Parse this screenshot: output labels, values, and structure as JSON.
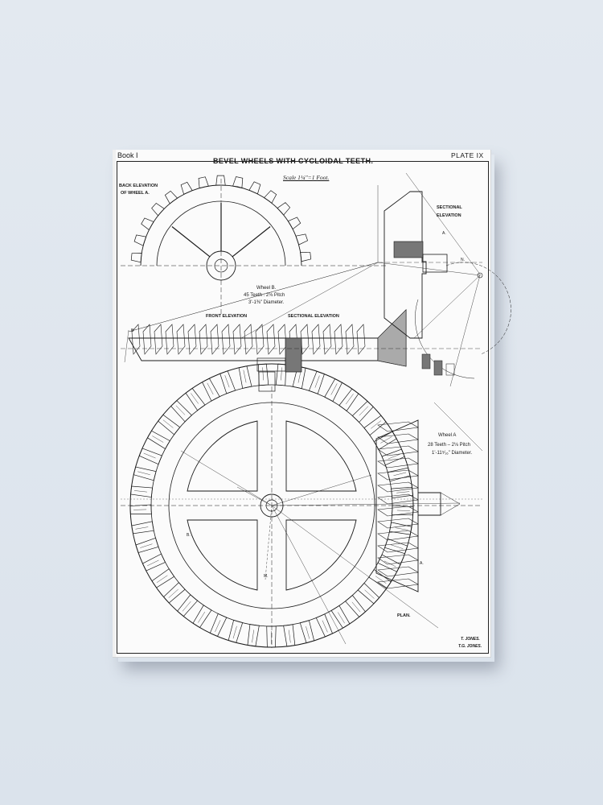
{
  "plate": {
    "book": "Book I",
    "plate_number": "PLATE IX",
    "title": "BEVEL WHEELS WITH CYCLOIDAL TEETH.",
    "scale": "Scale 1¼\"=1 Foot."
  },
  "views": {
    "back_elevation_line1": "BACK ELEVATION",
    "back_elevation_line2": "OF WHEEL A.",
    "sectional_elevation_right_line1": "SECTIONAL",
    "sectional_elevation_right_line2": "ELEVATION",
    "front_elevation": "FRONT ELEVATION",
    "sectional_elevation": "SECTIONAL ELEVATION",
    "plan": "PLAN."
  },
  "wheel_b": {
    "name": "Wheel B.",
    "teeth": "45 Teeth : 2⅛ Pitch",
    "diameter": "3'-1⅜\" Diameter."
  },
  "wheel_a": {
    "name": "Wheel A",
    "teeth": "28 Teeth – 2⅛ Pitch",
    "diameter": "1'-11⁵⁄₁₆\" Diameter."
  },
  "markers": {
    "b_left": "B",
    "a_top": "A.",
    "n": "N.",
    "b_plan": "B.",
    "m_plan": "M.",
    "a_plan": "A."
  },
  "signatures": {
    "line1": "T. JONES.",
    "line2": "T.G. JONES."
  },
  "colors": {
    "ink": "#1a1a1a",
    "paper": "#fbfbfb",
    "wall": "#dfe6ee",
    "section_fill": "#777777"
  }
}
